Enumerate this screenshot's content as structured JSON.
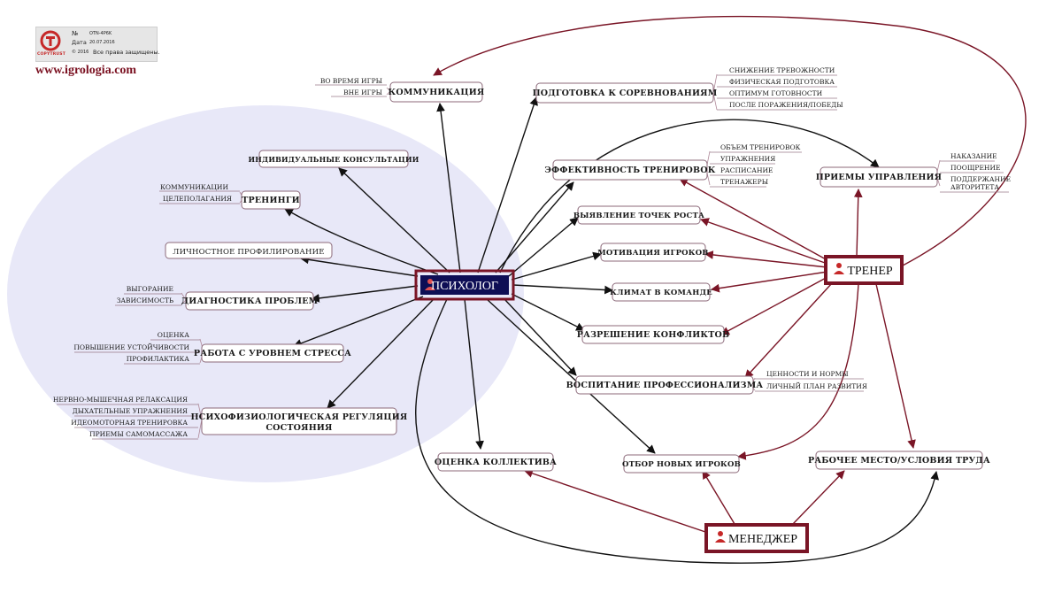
{
  "copyright": {
    "brand": "COPYTRUST",
    "no_label": "№",
    "no_value": "OTN-4P6K",
    "date_label": "Дата",
    "date_value": "20.07.2016",
    "year": "© 2016",
    "rights": "Все права защищены."
  },
  "website": "www.igrologia.com",
  "colors": {
    "psych": "#0e0e55",
    "psych_border": "#7a1526",
    "coach": "#7a1526",
    "manager": "#7a1526",
    "cloud": "#e8e8f8",
    "arrow_dark": "#111111",
    "arrow_red": "#7a1526"
  },
  "roots": {
    "psychologist": "ПСИХОЛОГ",
    "coach": "ТРЕНЕР",
    "manager": "МЕНЕДЖЕР"
  },
  "nodes": {
    "communication": "КОММУНИКАЦИЯ",
    "competition_prep": "ПОДГОТОВКА К СОРЕВНОВАНИЯМ",
    "individual": "ИНДИВИДУАЛЬНЫЕ КОНСУЛЬТАЦИИ",
    "trainings": "ТРЕНИНГИ",
    "profiling": "ЛИЧНОСТНОЕ ПРОФИЛИРОВАНИЕ",
    "diagnostics": "ДИАГНОСТИКА ПРОБЛЕМ",
    "stress": "РАБОТА С УРОВНЕМ СТРЕССА",
    "regulation_line1": "ПСИХОФИЗИОЛОГИЧЕСКАЯ РЕГУЛЯЦИЯ",
    "regulation_line2": "СОСТОЯНИЯ",
    "efficiency": "ЭФФЕКТИВНОСТЬ ТРЕНИРОВОК",
    "growth": "ВЫЯВЛЕНИЕ ТОЧЕК РОСТА",
    "motivation": "МОТИВАЦИЯ ИГРОКОВ",
    "climate": "КЛИМАТ В КОМАНДЕ",
    "conflicts": "РАЗРЕШЕНИЕ КОНФЛИКТОВ",
    "professionalism": "ВОСПИТАНИЕ ПРОФЕССИОНАЛИЗМА",
    "team_eval": "ОЦЕНКА КОЛЛЕКТИВА",
    "selection": "ОТБОР НОВЫХ ИГРОКОВ",
    "workplace": "РАБОЧЕЕ МЕСТО/УСЛОВИЯ ТРУДА",
    "management": "ПРИЕМЫ УПРАВЛЕНИЯ"
  },
  "leaves": {
    "communication": [
      "ВО ВРЕМЯ ИГРЫ",
      "ВНЕ ИГРЫ"
    ],
    "trainings": [
      "КОММУНИКАЦИИ",
      "ЦЕЛЕПОЛАГАНИЯ"
    ],
    "diagnostics": [
      "ВЫГОРАНИЕ",
      "ЗАВИСИМОСТЬ"
    ],
    "stress": [
      "ОЦЕНКА",
      "ПОВЫШЕНИЕ  УСТОЙЧИВОСТИ",
      "ПРОФИЛАКТИКА"
    ],
    "regulation": [
      "НЕРВНО-МЫШЕЧНАЯ РЕЛАКСАЦИЯ",
      "ДЫХАТЕЛЬНЫЕ УПРАЖНЕНИЯ",
      "ИДЕОМОТОРНАЯ ТРЕНИРОВКА",
      "ПРИЕМЫ САМОМАССАЖА"
    ],
    "competition_prep": [
      "СНИЖЕНИЕ ТРЕВОЖНОСТИ",
      "ФИЗИЧЕСКАЯ ПОДГОТОВКА",
      "ОПТИМУМ ГОТОВНОСТИ",
      "ПОСЛЕ ПОРАЖЕНИЯ/ПОБЕДЫ"
    ],
    "efficiency": [
      "ОБЪЕМ ТРЕНИРОВОК",
      "УПРАЖНЕНИЯ",
      "РАСПИСАНИЕ",
      "ТРЕНАЖЕРЫ"
    ],
    "management": [
      "НАКАЗАНИЕ",
      "ПООЩРЕНИЕ",
      "ПОДДЕРЖАНИЕ",
      "АВТОРИТЕТА"
    ],
    "professionalism": [
      "ЦЕННОСТИ И НОРМЫ",
      "ЛИЧНЫЙ ПЛАН РАЗВИТИЯ"
    ]
  }
}
